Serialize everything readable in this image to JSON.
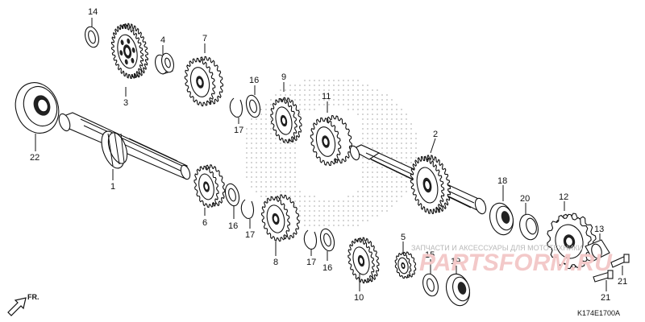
{
  "diagram": {
    "code": "K174E1700A",
    "front_label": "FR.",
    "watermark_text": "ЗАПЧАСТИ И АКСЕССУАРЫ ДЛЯ МОТОТЕХНИКИ",
    "watermark_logo": "PARTSFORM.RU"
  },
  "callouts": [
    {
      "id": "c14a",
      "text": "14"
    },
    {
      "id": "c4",
      "text": "4"
    },
    {
      "id": "c3",
      "text": "3"
    },
    {
      "id": "c7",
      "text": "7"
    },
    {
      "id": "c16a",
      "text": "16"
    },
    {
      "id": "c17a",
      "text": "17"
    },
    {
      "id": "c9",
      "text": "9"
    },
    {
      "id": "c11",
      "text": "11"
    },
    {
      "id": "c22",
      "text": "22"
    },
    {
      "id": "c1",
      "text": "1"
    },
    {
      "id": "c6",
      "text": "6"
    },
    {
      "id": "c16b",
      "text": "16"
    },
    {
      "id": "c17b",
      "text": "17"
    },
    {
      "id": "c8",
      "text": "8"
    },
    {
      "id": "c17c",
      "text": "17"
    },
    {
      "id": "c16c",
      "text": "16"
    },
    {
      "id": "c2",
      "text": "2"
    },
    {
      "id": "c18",
      "text": "18"
    },
    {
      "id": "c20",
      "text": "20"
    },
    {
      "id": "c12",
      "text": "12"
    },
    {
      "id": "c13",
      "text": "13"
    },
    {
      "id": "c5",
      "text": "5"
    },
    {
      "id": "c15",
      "text": "15"
    },
    {
      "id": "c19",
      "text": "19"
    },
    {
      "id": "c10",
      "text": "10"
    },
    {
      "id": "c21a",
      "text": "21"
    },
    {
      "id": "c21b",
      "text": "21"
    }
  ]
}
